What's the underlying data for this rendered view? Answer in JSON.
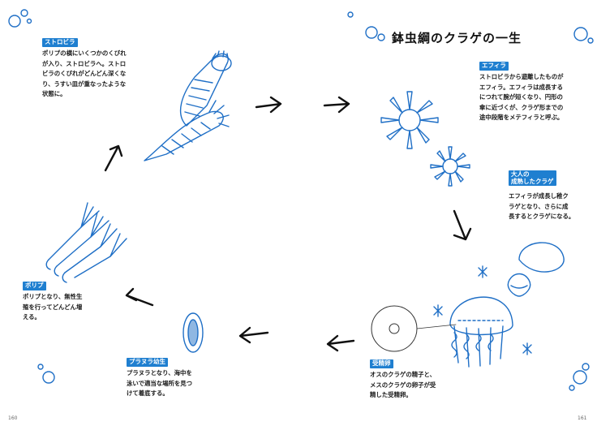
{
  "title": "鉢虫綱のクラゲの一生",
  "stages": {
    "strobila": {
      "tag": "ストロビラ",
      "desc": [
        "ポリプの横にいくつかのくびれ",
        "が入り、ストロビラへ。ストロ",
        "ビラのくびれがどんどん深くな",
        "り、うすい皿が重なったような",
        "状態に。"
      ]
    },
    "ephyra": {
      "tag": "エフィラ",
      "desc": [
        "ストロビラから遊離したものが",
        "エフィラ。エフィラは成長する",
        "につれて腕が短くなり、円形の",
        "傘に近づくが、クラゲ形までの",
        "途中段階をメテフィラと呼ぶ。"
      ]
    },
    "adult": {
      "tag": [
        "大人の",
        "成熟したクラゲ"
      ],
      "desc": [
        "エフィラが成長し稚ク",
        "ラゲとなり、さらに成",
        "長するとクラゲになる。"
      ]
    },
    "egg": {
      "tag": "受精卵",
      "desc": [
        "オスのクラゲの精子と、",
        "メスのクラゲの卵子が受",
        "精した受精卵。"
      ]
    },
    "planula": {
      "tag": "プラヌラ幼生",
      "desc": [
        "プラヌラとなり、海中を",
        "泳いで適当な場所を見つ",
        "けて着底する。"
      ]
    },
    "polyp": {
      "tag": "ポリプ",
      "desc": [
        "ポリプとなり、無性生",
        "殖を行ってどんどん増",
        "える。"
      ]
    }
  },
  "page_numbers": {
    "left": "160",
    "right": "161"
  },
  "colors": {
    "ink": "#1f6fc6",
    "tag_bg": "#1f7fd0",
    "text": "#1a1a1a"
  }
}
